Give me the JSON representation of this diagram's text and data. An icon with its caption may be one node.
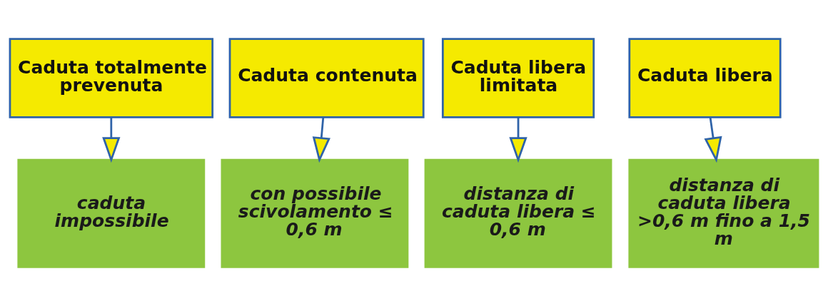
{
  "diagram": {
    "nodes": [
      {
        "text": [
          "Caduta totalmente prevenuta"
        ]
      },
      {
        "text": [
          "Caduta contenuta"
        ]
      },
      {
        "text": [
          "Caduta libera limitata"
        ]
      },
      {
        "text": [
          "Caduta libera"
        ]
      },
      {
        "text": [
          "caduta impossibile"
        ]
      },
      {
        "text": [
          "con possibile scivolamento ≤ 0,6 m"
        ]
      },
      {
        "text": [
          "distanza di caduta libera ≤ 0,6 m"
        ]
      },
      {
        "text": [
          "distanza di caduta libera >0,6 m fino a 1,5 m"
        ]
      }
    ],
    "edges": [
      {
        "from": 0,
        "to": 4,
        "arrow": "to"
      },
      {
        "from": 1,
        "to": 5,
        "arrow": "to"
      },
      {
        "from": 2,
        "to": 6,
        "arrow": "to"
      },
      {
        "from": 3,
        "to": 7,
        "arrow": "to"
      }
    ]
  }
}
